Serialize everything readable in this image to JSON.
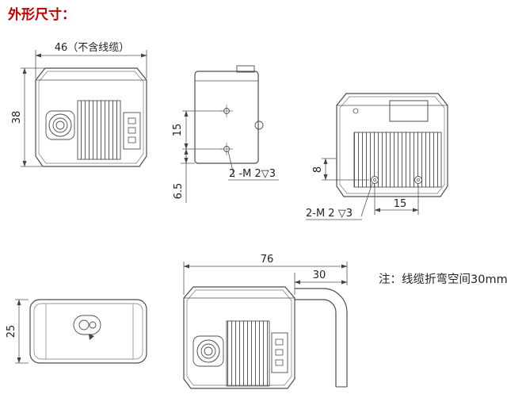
{
  "title": "外形尺寸：",
  "note": "注：线缆折弯空间30mm",
  "colors": {
    "title_red": "#c00000",
    "line": "#4d4d4d",
    "dim": "#555555"
  },
  "dims": {
    "front_width": "46（不含线缆）",
    "front_height": "38",
    "side_hole_spacing": "15",
    "side_thread": "2 -M 2▽3",
    "side_offset": "6.5",
    "rear_offset": "8",
    "rear_thread": "2-M 2 ▽3",
    "rear_hole_spacing": "15",
    "top_depth": "25",
    "overall_length": "76",
    "cable_space": "30"
  }
}
